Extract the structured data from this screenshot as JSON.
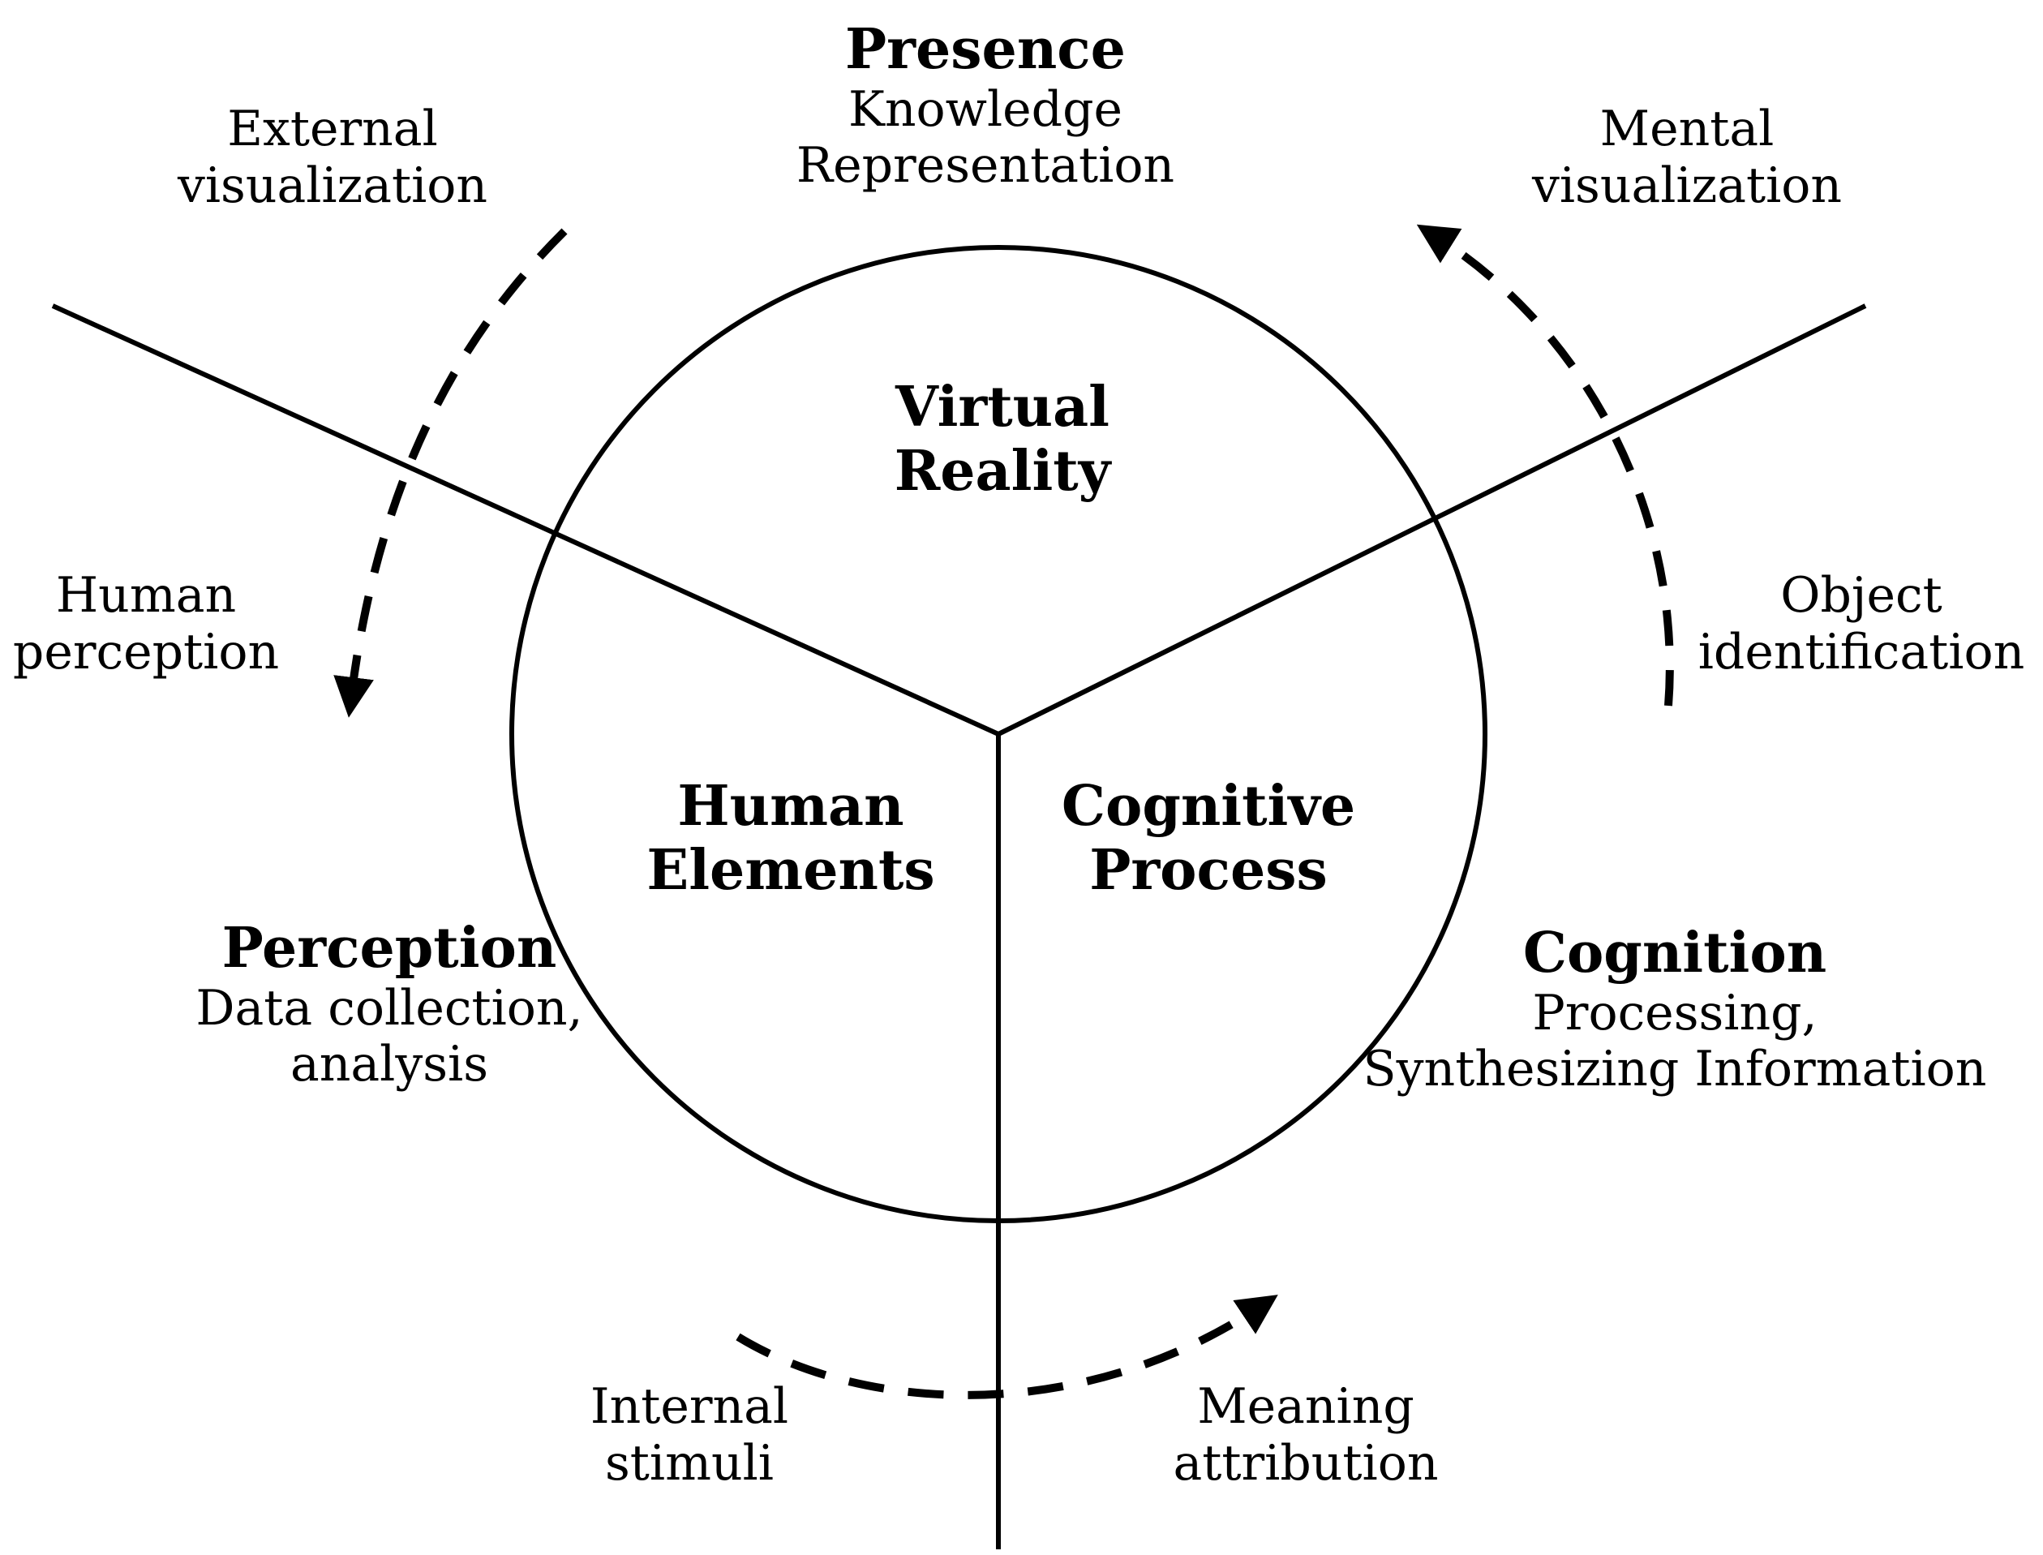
{
  "sectors": {
    "top": {
      "line1": "Virtual",
      "line2": "Reality"
    },
    "left": {
      "line1": "Human",
      "line2": "Elements"
    },
    "right": {
      "line1": "Cognitive",
      "line2": "Process"
    }
  },
  "groups": {
    "presence": {
      "heading": "Presence",
      "line1": "Knowledge",
      "line2": "Representation"
    },
    "perception": {
      "heading": "Perception",
      "line1": "Data collection,",
      "line2": "analysis"
    },
    "cognition": {
      "heading": "Cognition",
      "line1": "Processing,",
      "line2": "Synthesizing Information"
    }
  },
  "arrows": {
    "external_visualization": {
      "line1": "External",
      "line2": "visualization"
    },
    "human_perception": {
      "line1": "Human",
      "line2": "perception"
    },
    "mental_visualization": {
      "line1": "Mental",
      "line2": "visualization"
    },
    "object_identification": {
      "line1": "Object",
      "line2": "identification"
    },
    "internal_stimuli": {
      "line1": "Internal",
      "line2": "stimuli"
    },
    "meaning_attribution": {
      "line1": "Meaning",
      "line2": "attribution"
    }
  },
  "colors": {
    "ink": "#000000",
    "background": "#ffffff"
  }
}
